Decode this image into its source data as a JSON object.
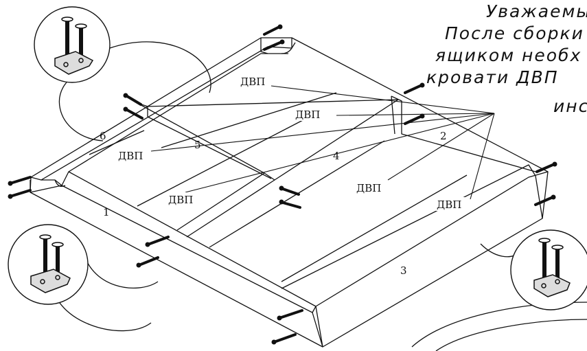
{
  "note_lines": [
    "Уважаемый",
    "После  сборки",
    "ящиком  необх",
    "кровати  ДВП",
    "инс"
  ],
  "panel_numbers": [
    "1",
    "2",
    "3",
    "4",
    "5",
    "6"
  ],
  "callout_label": "ДВП",
  "detail_icons": [
    "screw-bracket-icon",
    "screw-bracket-icon",
    "screw-bracket-icon"
  ]
}
